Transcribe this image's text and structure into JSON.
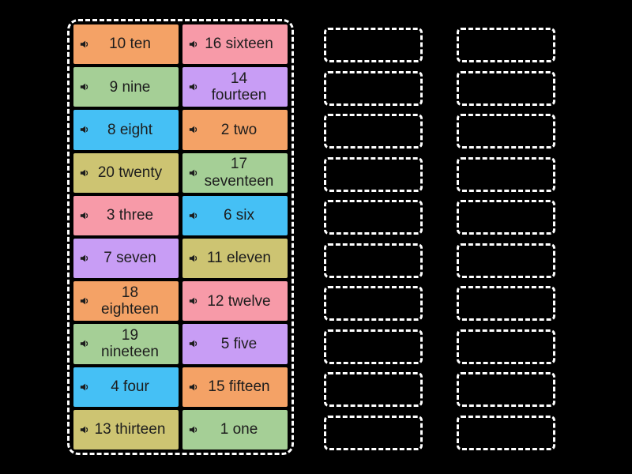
{
  "app": {
    "name": "match-up-activity",
    "background": "#000000",
    "dash_border_color": "#ffffff",
    "tile_text_color": "#1d1d1d"
  },
  "board": {
    "rows": 10,
    "columns": 2,
    "tiles": [
      {
        "label": "10 ten",
        "color": "#f4a266",
        "icon": "speaker-icon"
      },
      {
        "label": "16 sixteen",
        "color": "#f79aa8",
        "icon": "speaker-icon"
      },
      {
        "label": "9 nine",
        "color": "#a5cf96",
        "icon": "speaker-icon"
      },
      {
        "label": "14\nfourteen",
        "color": "#c89df5",
        "icon": "speaker-icon"
      },
      {
        "label": "8 eight",
        "color": "#45c0f5",
        "icon": "speaker-icon"
      },
      {
        "label": "2 two",
        "color": "#f4a266",
        "icon": "speaker-icon"
      },
      {
        "label": "20 twenty",
        "color": "#cdc472",
        "icon": "speaker-icon"
      },
      {
        "label": "17\nseventeen",
        "color": "#a5cf96",
        "icon": "speaker-icon"
      },
      {
        "label": "3 three",
        "color": "#f79aa8",
        "icon": "speaker-icon"
      },
      {
        "label": "6 six",
        "color": "#45c0f5",
        "icon": "speaker-icon"
      },
      {
        "label": "7 seven",
        "color": "#c89df5",
        "icon": "speaker-icon"
      },
      {
        "label": "11 eleven",
        "color": "#cdc472",
        "icon": "speaker-icon"
      },
      {
        "label": "18\neighteen",
        "color": "#f4a266",
        "icon": "speaker-icon"
      },
      {
        "label": "12 twelve",
        "color": "#f79aa8",
        "icon": "speaker-icon"
      },
      {
        "label": "19\nnineteen",
        "color": "#a5cf96",
        "icon": "speaker-icon"
      },
      {
        "label": "5 five",
        "color": "#c89df5",
        "icon": "speaker-icon"
      },
      {
        "label": "4 four",
        "color": "#45c0f5",
        "icon": "speaker-icon"
      },
      {
        "label": "15 fifteen",
        "color": "#f4a266",
        "icon": "speaker-icon"
      },
      {
        "label": "13 thirteen",
        "color": "#cdc472",
        "icon": "speaker-icon"
      },
      {
        "label": "1 one",
        "color": "#a5cf96",
        "icon": "speaker-icon"
      }
    ]
  },
  "targets": {
    "columns": 2,
    "rows_per_column": 10
  }
}
